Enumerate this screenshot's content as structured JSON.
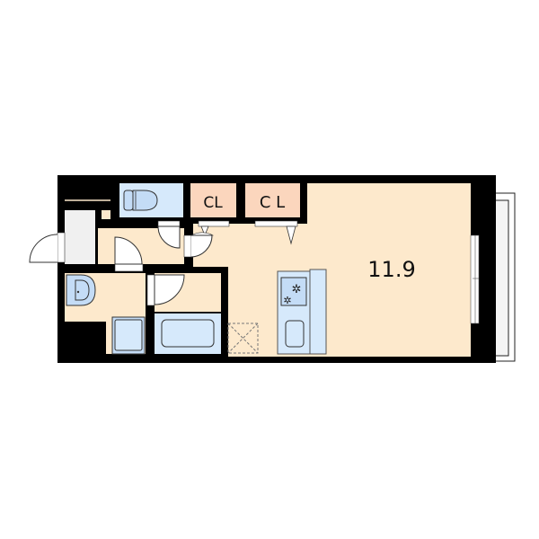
{
  "floorplan": {
    "area_label": "11.9",
    "closets": [
      {
        "label": "CL"
      },
      {
        "label": "C L"
      }
    ],
    "colors": {
      "wall": "#000000",
      "room": "#fde9cc",
      "closet": "#fbd6bd",
      "wet": "#d6e9fb",
      "entry": "#f0f0f0",
      "balcony": "#f4f4f4"
    },
    "rooms": [
      {
        "name": "main-room",
        "area": "11.9"
      },
      {
        "name": "toilet"
      },
      {
        "name": "closet-1",
        "label": "CL"
      },
      {
        "name": "closet-2",
        "label": "C L"
      },
      {
        "name": "washroom"
      },
      {
        "name": "bathroom"
      },
      {
        "name": "kitchen"
      },
      {
        "name": "entrance"
      },
      {
        "name": "balcony"
      }
    ]
  }
}
